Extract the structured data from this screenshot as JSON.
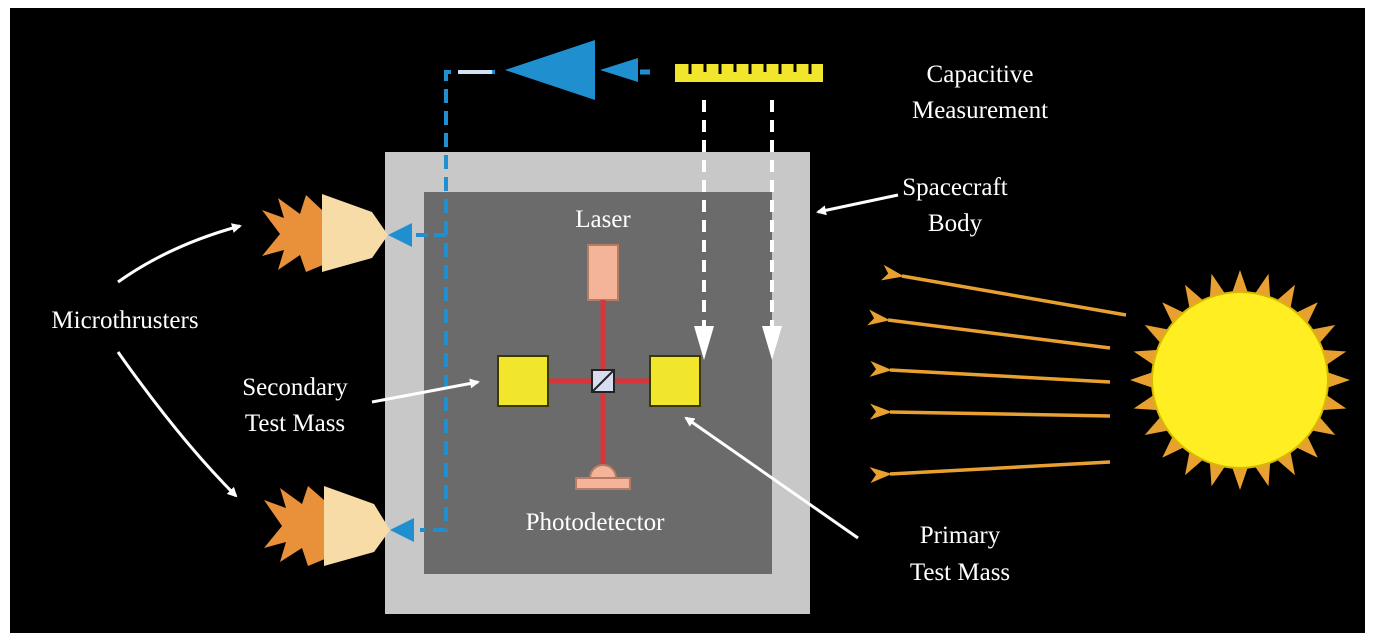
{
  "labels": {
    "capacitive_line1": "Capacitive",
    "capacitive_line2": "Measurement",
    "spacecraft_line1": "Spacecraft",
    "spacecraft_line2": "Body",
    "laser": "Laser",
    "microthrusters": "Microthrusters",
    "secondary_line1": "Secondary",
    "secondary_line2": "Test Mass",
    "photodetector": "Photodetector",
    "primary_line1": "Primary",
    "primary_line2": "Test Mass"
  },
  "colors": {
    "background": "#000000",
    "spacecraft_body": "#c8c8c8",
    "inner_housing": "#6b6b6b",
    "test_mass": "#f2e62d",
    "laser_body": "#f4b49a",
    "beam": "#d9343c",
    "control_signal": "#1f8fd0",
    "ruler": "#f2e62d",
    "thruster_flame": "#e8903a",
    "thruster_nozzle": "#f8dca8",
    "sunlight": "#e8a030",
    "sun": "#ffee22",
    "label_text": "#ffffff",
    "pointer_arrow": "#ffffff"
  }
}
